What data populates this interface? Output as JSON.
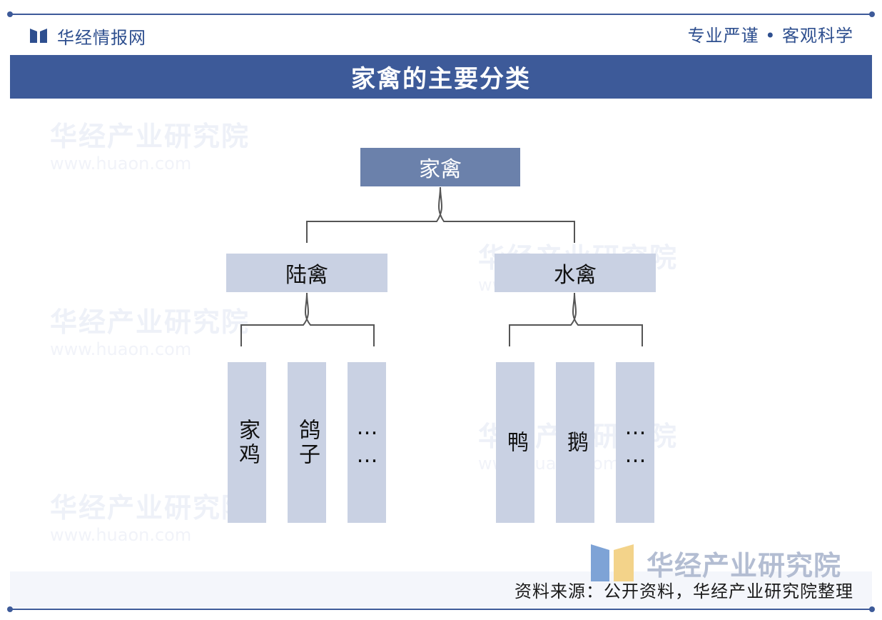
{
  "header": {
    "brand_name": "华经情报网",
    "slogan": "专业严谨 • 客观科学"
  },
  "title": "家禽的主要分类",
  "diagram": {
    "root": "家禽",
    "groups": [
      {
        "label": "陆禽",
        "leaves": [
          "家鸡",
          "鸽子",
          "……"
        ]
      },
      {
        "label": "水禽",
        "leaves": [
          "鸭",
          "鹅",
          "……"
        ]
      }
    ]
  },
  "watermark": {
    "name": "华经产业研究院",
    "url": "www.huaon.com"
  },
  "footer": {
    "logo_text": "华经产业研究院",
    "source": "资料来源：公开资料，华经产业研究院整理"
  },
  "colors": {
    "primary": "#3d5a99",
    "root_box": "#6b81ab",
    "box": "#c9d1e3",
    "connector": "#555555"
  }
}
